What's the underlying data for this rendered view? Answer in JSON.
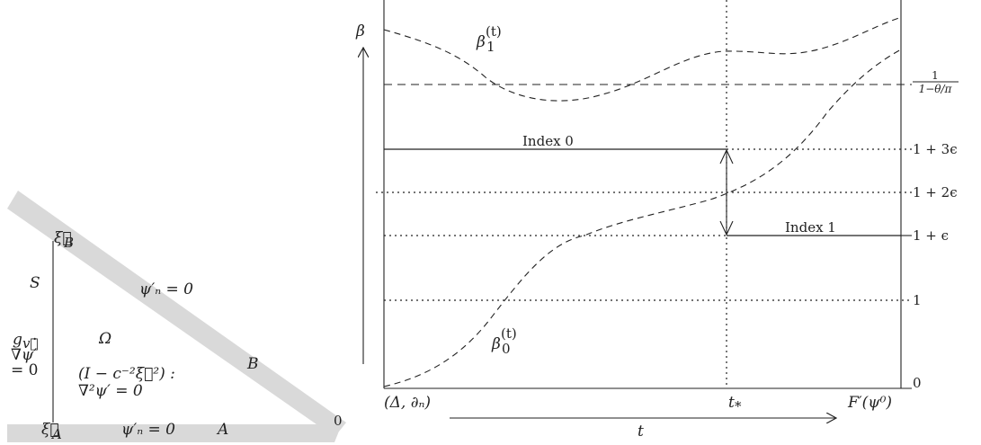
{
  "left_diagram": {
    "labels": {
      "xi_B": "ξ⃗",
      "xi_B_sub": "B",
      "xi_A": "ξ⃗",
      "xi_A_sub": "A",
      "S": "S",
      "psi_top": "ψ′ₙ = 0",
      "psi_bottom": "ψ′ₙ = 0",
      "Omega": "Ω",
      "B": "B",
      "A": "A",
      "zero": "0",
      "left_line1": "g",
      "left_line1_sub": "v⃗",
      "left_line1_dot": "·",
      "left_line2": "∇ψ′",
      "left_line3": "= 0",
      "eq_line1": "(I − c⁻²ξ⃗²) :",
      "eq_line2": "∇²ψ′ = 0"
    }
  },
  "right_diagram": {
    "beta_label": "β",
    "beta1_label": "β",
    "beta1_sub": "1",
    "beta1_sup": "(t)",
    "beta0_label": "β",
    "beta0_sub": "0",
    "beta0_sup": "(t)",
    "right_ticks": {
      "frac_num": "1",
      "frac_den": "1−θ/π",
      "t3": "1 + 3ϵ",
      "t2": "1 + 2ϵ",
      "t1": "1 + ϵ",
      "one": "1",
      "zero": "0"
    },
    "index0": "Index 0",
    "index1": "Index 1",
    "bottom": {
      "left": "(Δ, ∂ₙ)",
      "t_star": "t",
      "t_star_sub": "*",
      "right": "F′(ψ⁰)",
      "t_axis": "t"
    }
  }
}
